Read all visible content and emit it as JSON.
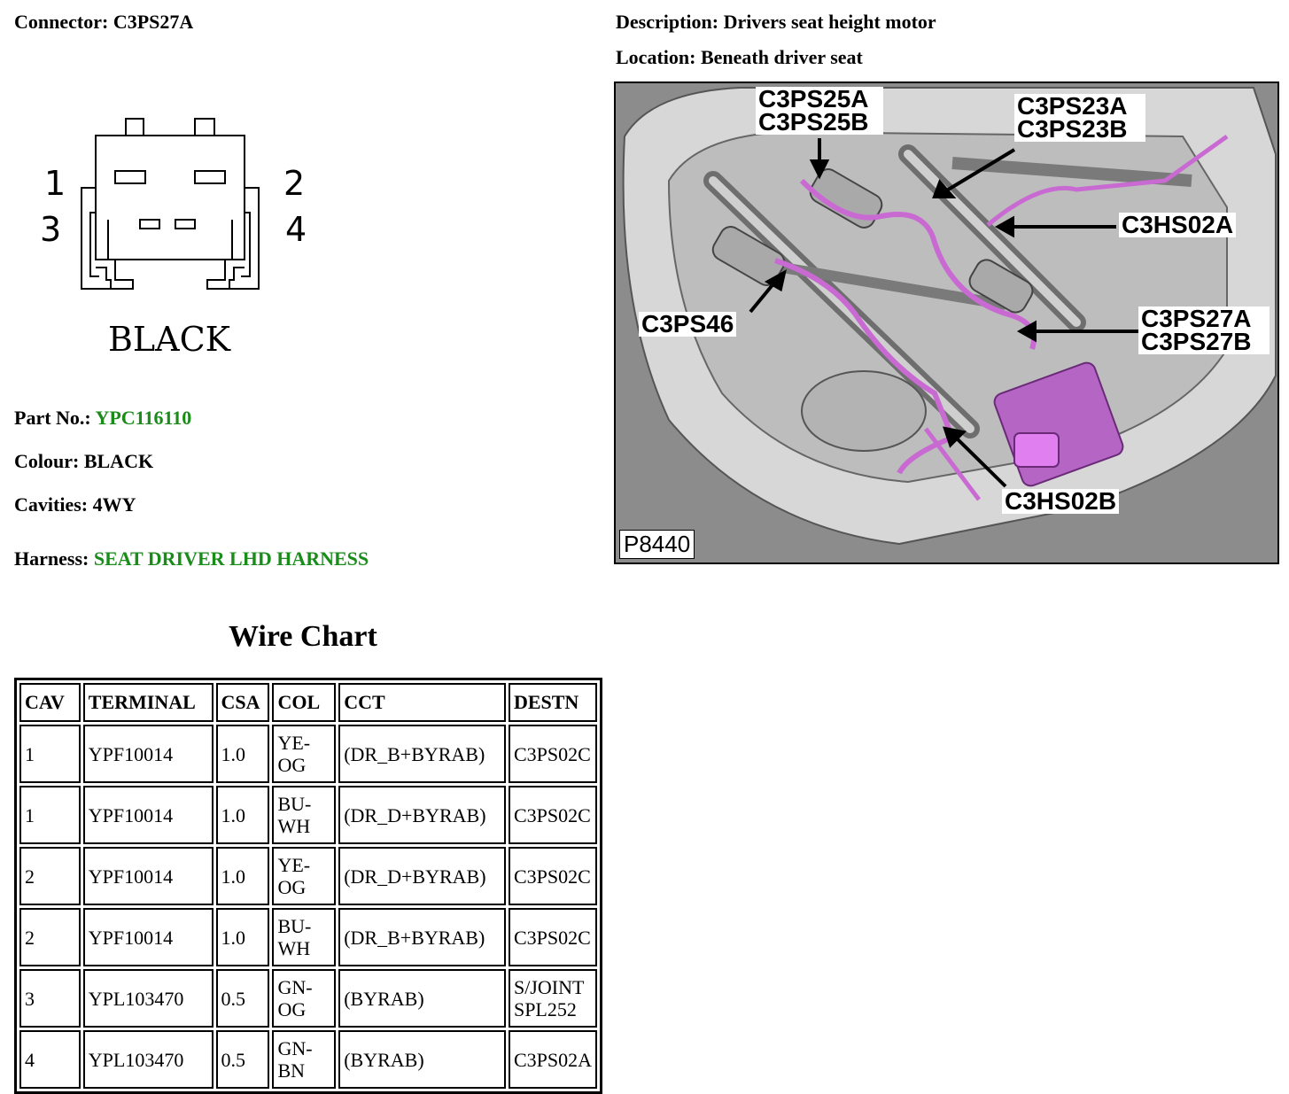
{
  "connector": {
    "label": "Connector:",
    "value": "C3PS27A"
  },
  "description": {
    "label": "Description:",
    "value": "Drivers seat height motor"
  },
  "location": {
    "label": "Location:",
    "value": "Beneath driver seat"
  },
  "diagram": {
    "pin_labels": [
      "1",
      "2",
      "3",
      "4"
    ],
    "colour_caption": "BLACK"
  },
  "part_no": {
    "label": "Part No.:",
    "value": "YPC116110"
  },
  "colour": {
    "label": "Colour:",
    "value": "BLACK"
  },
  "cavities": {
    "label": "Cavities:",
    "value": "4WY"
  },
  "harness": {
    "label": "Harness:",
    "value": "SEAT DRIVER LHD HARNESS"
  },
  "accent_green": "#1a8c1a",
  "wire_chart": {
    "title": "Wire Chart",
    "headers": [
      "CAV",
      "TERMINAL",
      "CSA",
      "COL",
      "CCT",
      "DESTN"
    ],
    "rows": [
      [
        "1",
        "YPF10014",
        "1.0",
        "YE-OG",
        "(DR_B+BYRAB)",
        "C3PS02C"
      ],
      [
        "1",
        "YPF10014",
        "1.0",
        "BU-WH",
        "(DR_D+BYRAB)",
        "C3PS02C"
      ],
      [
        "2",
        "YPF10014",
        "1.0",
        "YE-OG",
        "(DR_D+BYRAB)",
        "C3PS02C"
      ],
      [
        "2",
        "YPF10014",
        "1.0",
        "BU-WH",
        "(DR_B+BYRAB)",
        "C3PS02C"
      ],
      [
        "3",
        "YPL103470",
        "0.5",
        "GN-OG",
        "(BYRAB)",
        "S/JOINT SPL252"
      ],
      [
        "4",
        "YPL103470",
        "0.5",
        "GN-BN",
        "(BYRAB)",
        "C3PS02A"
      ]
    ]
  },
  "location_image": {
    "callouts": {
      "c3ps25": "C3PS25A C3PS25B",
      "c3ps23": "C3PS23A C3PS23B",
      "c3hs02a": "C3HS02A",
      "c3ps46": "C3PS46",
      "c3ps27": "C3PS27A C3PS27B",
      "c3hs02b": "C3HS02B"
    },
    "reference": "P8440"
  }
}
